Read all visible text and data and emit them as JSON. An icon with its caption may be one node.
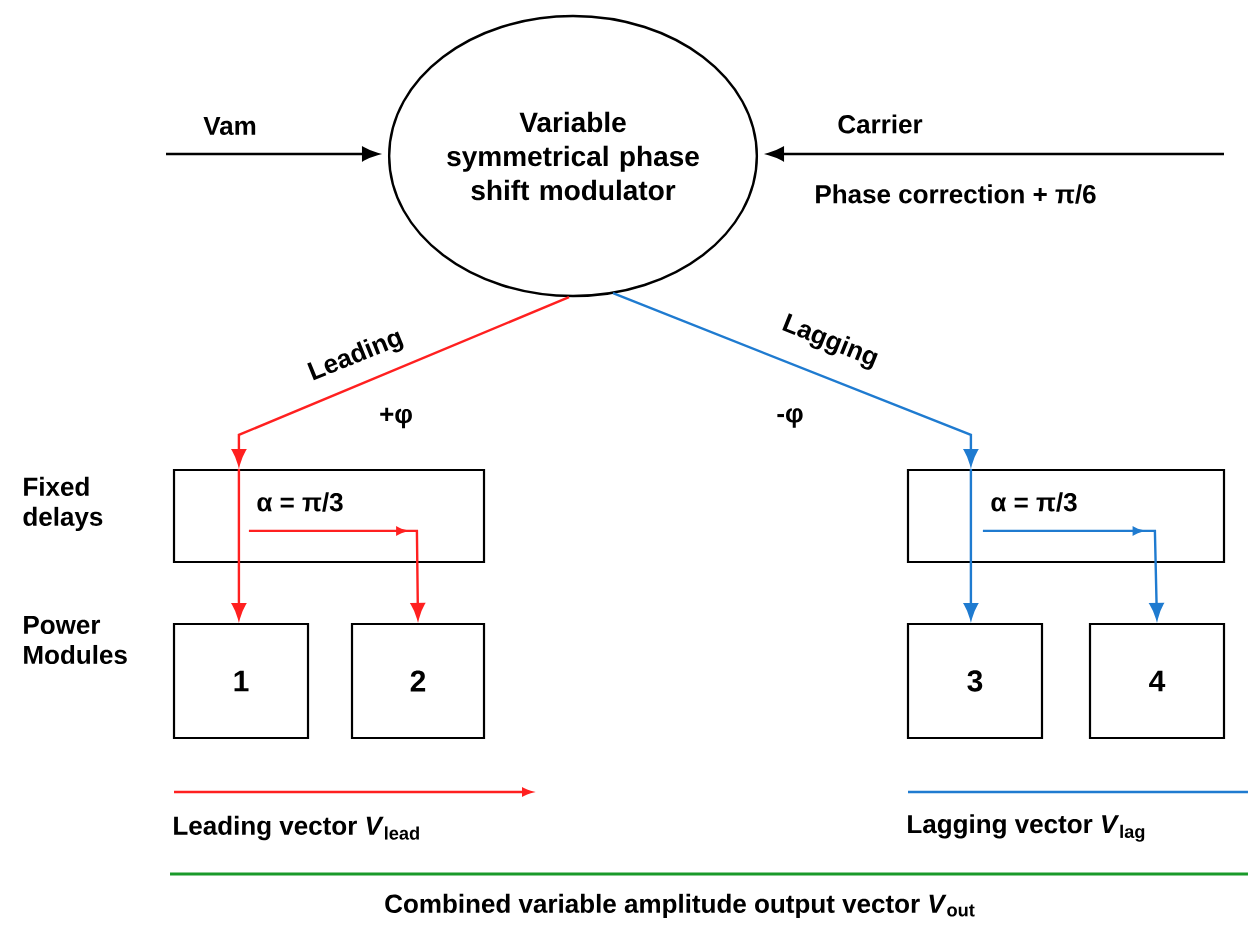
{
  "diagram": {
    "nodes": [
      {
        "text": [
          "Variable symmetrical phase shift modulator"
        ]
      },
      {
        "text": [
          "α = π/3"
        ]
      },
      {
        "text": [
          "α = π/3"
        ]
      },
      {
        "text": [
          "1"
        ]
      },
      {
        "text": [
          "2"
        ]
      },
      {
        "text": [
          "3"
        ]
      },
      {
        "text": [
          "4"
        ]
      }
    ],
    "edges": [
      {
        "from": null,
        "to": 0,
        "arrow": "to",
        "label": "Vam",
        "color": "#000000"
      },
      {
        "from": null,
        "to": 0,
        "arrow": "to",
        "label": "Carrier",
        "color": "#000000"
      },
      {
        "from": 0,
        "to": 1,
        "arrow": "to",
        "label": "Leading",
        "color": "#ff2020"
      },
      {
        "from": 0,
        "to": 2,
        "arrow": "to",
        "label": "Lagging",
        "color": "#1f7bd0"
      },
      {
        "from": 1,
        "to": 3,
        "arrow": "to",
        "color": "#ff2020"
      },
      {
        "from": 1,
        "to": 4,
        "arrow": "to",
        "color": "#ff2020"
      },
      {
        "from": 2,
        "to": 5,
        "arrow": "to",
        "color": "#1f7bd0"
      },
      {
        "from": 2,
        "to": 6,
        "arrow": "to",
        "color": "#1f7bd0"
      }
    ],
    "labels": [
      "+φ",
      "-φ",
      "Phase correction + π/6",
      "Fixed delays",
      "Power Modules",
      "Leading vector *V*$_{lead}$",
      "Lagging vector *V*$_{lag}$",
      "Combined variable amplitude output vector *V*$_{out}$"
    ]
  }
}
